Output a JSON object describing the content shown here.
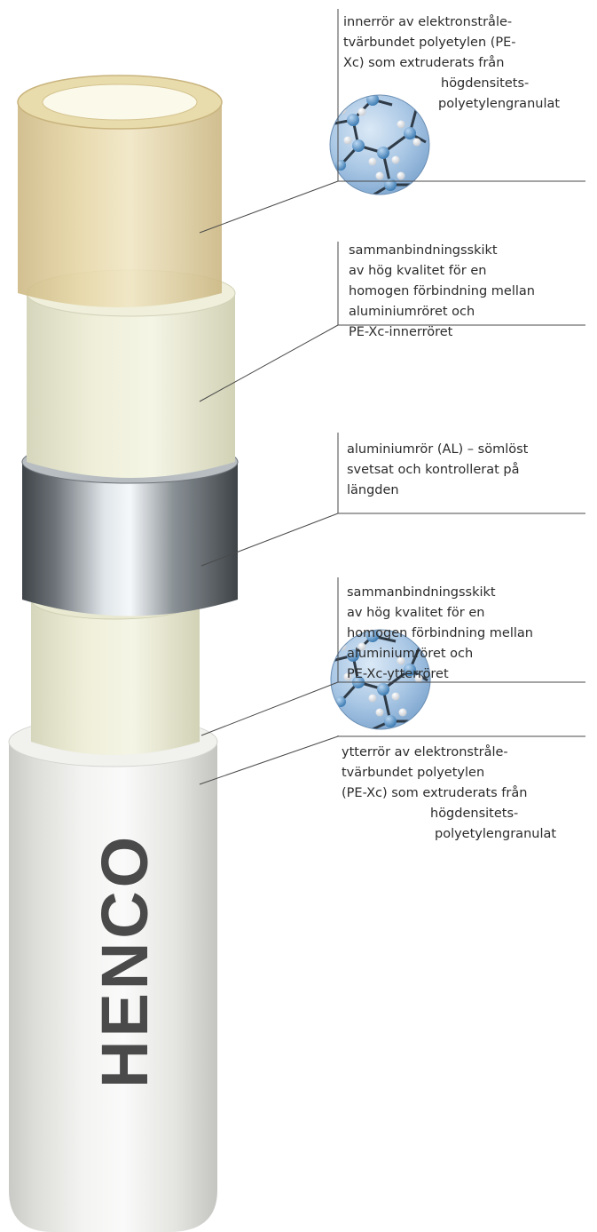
{
  "brand": {
    "name": "HENCO"
  },
  "callouts": [
    {
      "id": "inner-pipe",
      "lines": [
        "innerrör av elektronstråle-",
        "tvärbundet polyetylen (PE-",
        "Xc) som extruderats från",
        "högdensitets-",
        "polyetylengranulat"
      ],
      "icon": "molecule-structure"
    },
    {
      "id": "inner-bonding-layer",
      "lines": [
        "sammanbindningsskikt",
        "av hög kvalitet för en",
        "homogen förbindning mellan",
        "aluminiumröret och",
        "PE-Xc-innerröret"
      ]
    },
    {
      "id": "aluminium-pipe",
      "lines": [
        "aluminiumrör (AL) – sömlöst",
        "svetsat och kontrollerat på",
        "längden"
      ]
    },
    {
      "id": "outer-bonding-layer",
      "lines": [
        "sammanbindningsskikt",
        "av hög kvalitet för en",
        "homogen förbindning mellan",
        "aluminiumröret och",
        "PE-Xc-ytterröret"
      ]
    },
    {
      "id": "outer-pipe",
      "lines": [
        "ytterrör av elektronstråle-",
        "tvärbundet polyetylen",
        "(PE-Xc) som extruderats från",
        "högdensitets-",
        "polyetylengranulat"
      ],
      "icon": "molecule-structure"
    }
  ],
  "colors": {
    "inner_pipe": "#e6d6a6",
    "bonding_layer": "#eeeed6",
    "aluminium": "#9aa0a4",
    "outer_pipe": "#e8e8e4",
    "leader_line": "#4a4a4a",
    "text": "#2b2b2b",
    "molecule_bg": "#a8c6e4",
    "atom_carbon": "#5b95c8",
    "atom_hydrogen": "#ffffff"
  }
}
